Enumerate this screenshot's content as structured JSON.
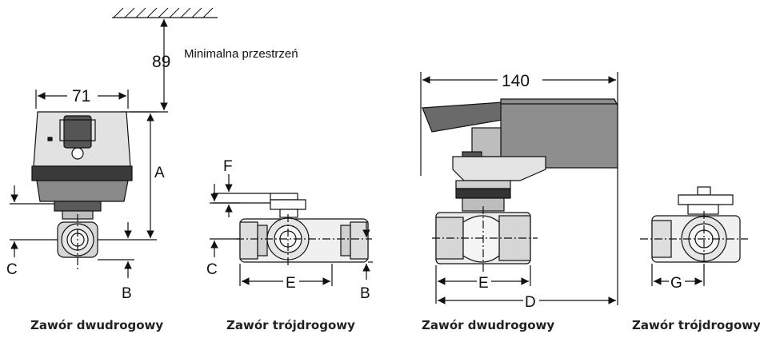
{
  "note": {
    "clearance": "Minimalna przestrzeń"
  },
  "dims": {
    "d89": "89",
    "d71": "71",
    "d140": "140",
    "A": "A",
    "B": "B",
    "C": "C",
    "D": "D",
    "E": "E",
    "F": "F",
    "G": "G"
  },
  "captions": {
    "v1": "Zawór dwudrogowy",
    "v2": "Zawór trójdrogowy",
    "v3": "Zawór dwudrogowy",
    "v4": "Zawór trójdrogowy"
  },
  "colors": {
    "body": "#dcdcdc",
    "dark": "#333333",
    "line": "#111111"
  }
}
